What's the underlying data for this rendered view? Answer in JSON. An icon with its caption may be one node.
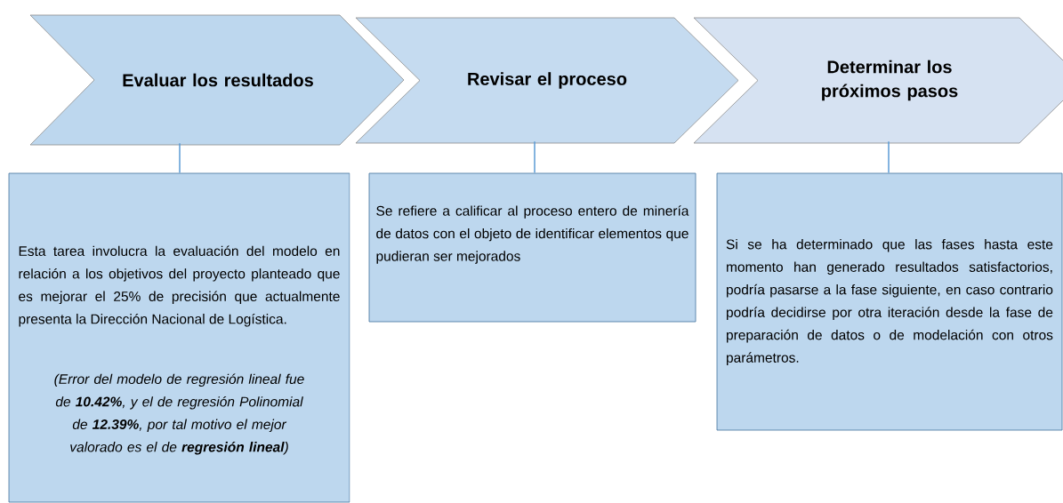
{
  "diagram": {
    "nodes": [
      {
        "text": [
          "Evaluar los resultados"
        ]
      },
      {
        "text": [
          "Revisar el proceso"
        ]
      },
      {
        "text": [
          "Determinar los próximos pasos"
        ]
      },
      {
        "text": [
          "Esta tarea involucra la evaluación del modelo en relación a los objetivos del proyecto planteado que es mejorar el 25% de precisión que actualmente presenta la Dirección Nacional de Logística.",
          "(Error del modelo de regresión lineal fue de **10.42%**, y el de regresión Polinomial de **12.39%**, por tal motivo el mejor valorado es el de **regresión lineal**)"
        ]
      },
      {
        "text": [
          "Se refiere a calificar al proceso entero de minería de datos con el objeto de identificar elementos que pudieran ser mejorados"
        ]
      },
      {
        "text": [
          "Si se ha determinado que las fases hasta este momento han generado resultados satisfactorios, podría pasarse a la fase siguiente, en caso contrario podría decidirse por otra iteración desde la fase de preparación de datos o de modelación con otros parámetros."
        ]
      }
    ],
    "edges": [
      {
        "from": 0,
        "to": 3,
        "arrow": "none"
      },
      {
        "from": 1,
        "to": 4,
        "arrow": "none"
      },
      {
        "from": 2,
        "to": 5,
        "arrow": "none"
      }
    ]
  }
}
